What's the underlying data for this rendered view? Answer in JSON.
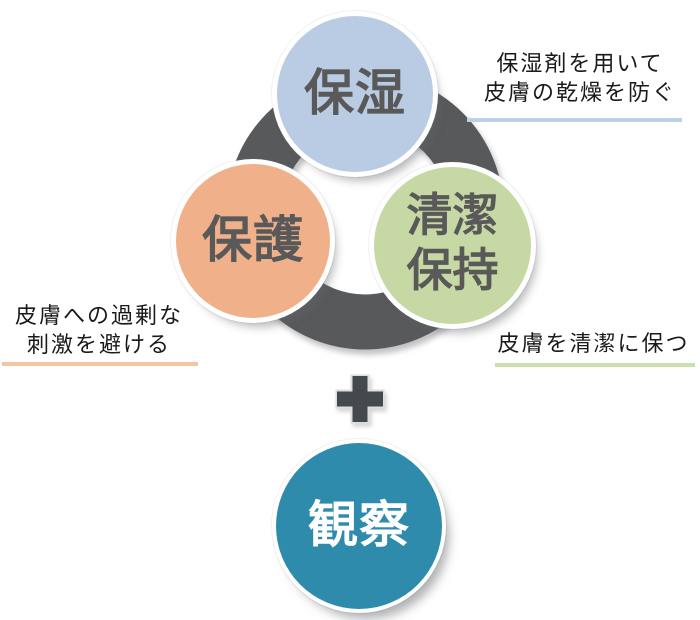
{
  "diagram": {
    "ring_color": "#58595b",
    "circles": [
      {
        "id": "moisturize",
        "label": "保湿",
        "fill": "#b9cce4",
        "text_color": "#595959"
      },
      {
        "id": "protect",
        "label": "保護",
        "fill": "#f0b18a",
        "text_color": "#595959"
      },
      {
        "id": "keep-clean",
        "label_line1": "清潔",
        "label_line2": "保持",
        "fill": "#c6d9a4",
        "text_color": "#595959"
      },
      {
        "id": "observe",
        "label": "観察",
        "fill": "#2f8bab",
        "text_color": "#ffffff"
      }
    ],
    "plus": {
      "symbol": "+",
      "color": "#45494e",
      "outline_color": "#dcdedf"
    },
    "annotations": [
      {
        "id": "moisturize-note",
        "line1": "保湿剤を用いて",
        "line2": "皮膚の乾燥を防ぐ",
        "underline_color": "#bcd0e8"
      },
      {
        "id": "protect-note",
        "line1": "皮膚への過剰な",
        "line2": "刺激を避ける",
        "underline_color": "#f4c5a3"
      },
      {
        "id": "keep-clean-note",
        "line1": "皮膚を清潔に保つ",
        "line2": "",
        "underline_color": "#cce0aa"
      }
    ]
  }
}
